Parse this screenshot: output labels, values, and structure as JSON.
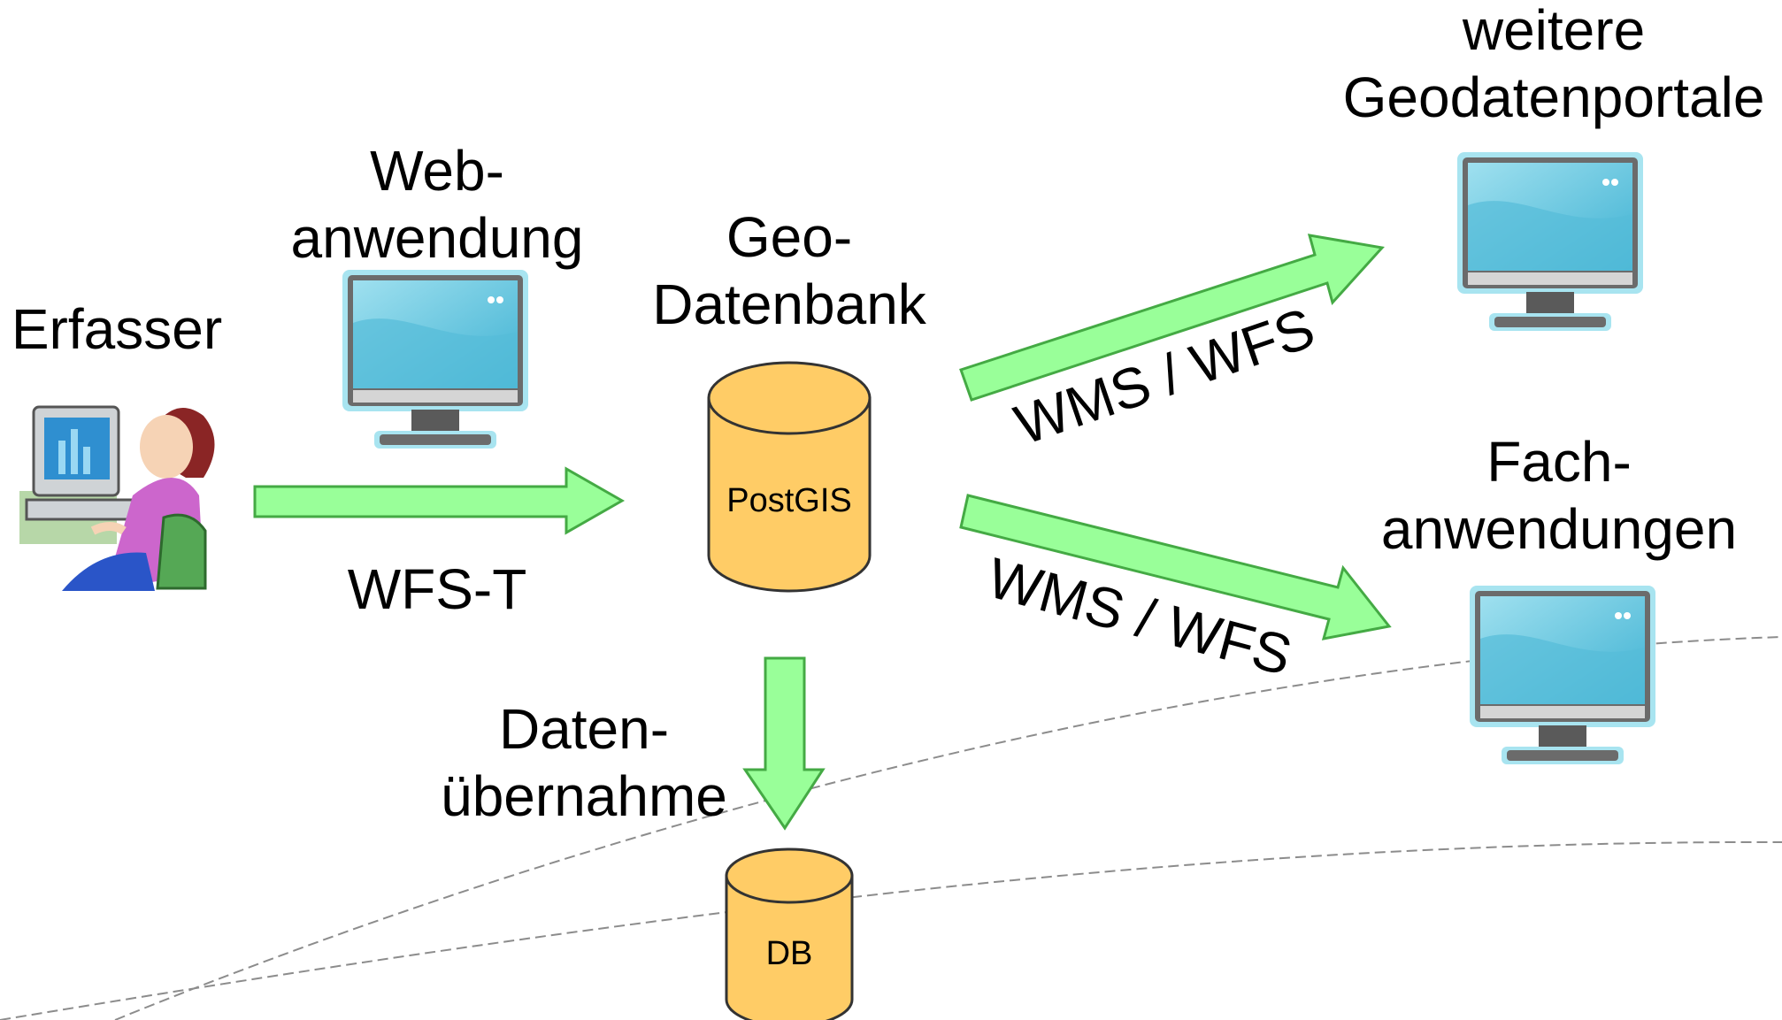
{
  "nodes": {
    "erfasser": {
      "label": "Erfasser"
    },
    "webanwendung": {
      "line1": "Web-",
      "line2": "anwendung"
    },
    "geodatenbank": {
      "line1": "Geo-",
      "line2": "Datenbank",
      "db_label": "PostGIS"
    },
    "geodatenportale": {
      "line1": "weitere",
      "line2": "Geodatenportale"
    },
    "fachanwendungen": {
      "line1": "Fach-",
      "line2": "anwendungen"
    },
    "db": {
      "db_label": "DB"
    }
  },
  "edges": {
    "wfs_t": {
      "label": "WFS-T"
    },
    "wms_wfs_upper": {
      "label": "WMS / WFS"
    },
    "wms_wfs_lower": {
      "label": "WMS / WFS"
    },
    "datenuebernahme": {
      "line1": "Daten-",
      "line2": "übernahme"
    }
  },
  "colors": {
    "arrow_fill": "#99ff99",
    "arrow_stroke": "#44aa44",
    "cylinder_fill": "#ffcc66",
    "monitor_screen": "#66c4dc",
    "dashed_curve": "#8c8c8c"
  }
}
